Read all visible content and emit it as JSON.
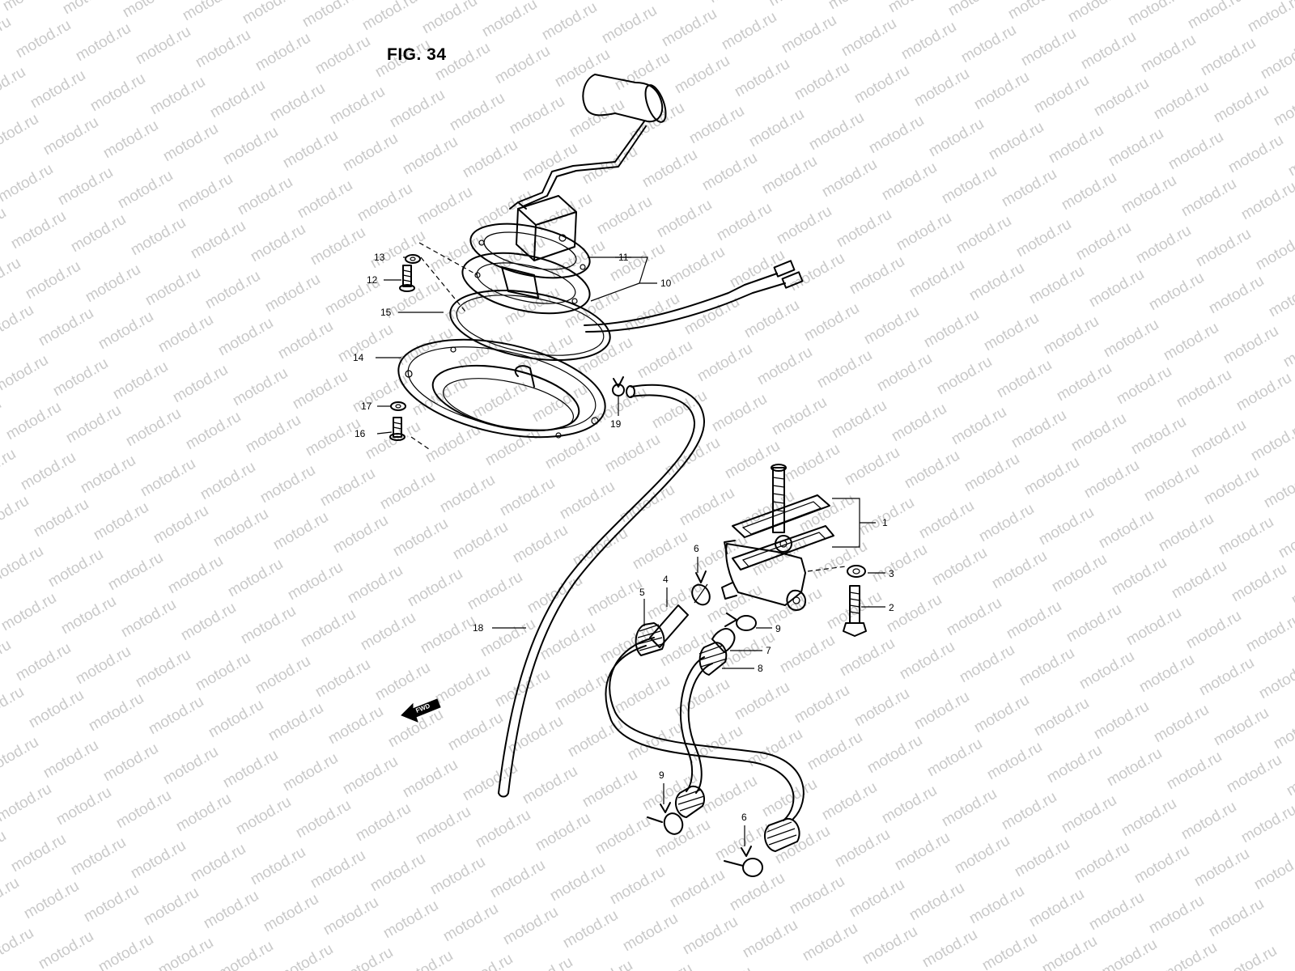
{
  "figure": {
    "title": "FIG. 34",
    "watermark": "motod.ru",
    "fwd_label": "FWD"
  },
  "callouts": [
    {
      "id": "c1",
      "label": "1"
    },
    {
      "id": "c2",
      "label": "2"
    },
    {
      "id": "c3",
      "label": "3"
    },
    {
      "id": "c4",
      "label": "4"
    },
    {
      "id": "c5",
      "label": "5"
    },
    {
      "id": "c6a",
      "label": "6"
    },
    {
      "id": "c6b",
      "label": "6"
    },
    {
      "id": "c7",
      "label": "7"
    },
    {
      "id": "c8",
      "label": "8"
    },
    {
      "id": "c9a",
      "label": "9"
    },
    {
      "id": "c9b",
      "label": "9"
    },
    {
      "id": "c10",
      "label": "10"
    },
    {
      "id": "c11",
      "label": "11"
    },
    {
      "id": "c12",
      "label": "12"
    },
    {
      "id": "c13",
      "label": "13"
    },
    {
      "id": "c14",
      "label": "14"
    },
    {
      "id": "c15",
      "label": "15"
    },
    {
      "id": "c16",
      "label": "16"
    },
    {
      "id": "c17",
      "label": "17"
    },
    {
      "id": "c18",
      "label": "18"
    },
    {
      "id": "c19",
      "label": "19"
    }
  ]
}
